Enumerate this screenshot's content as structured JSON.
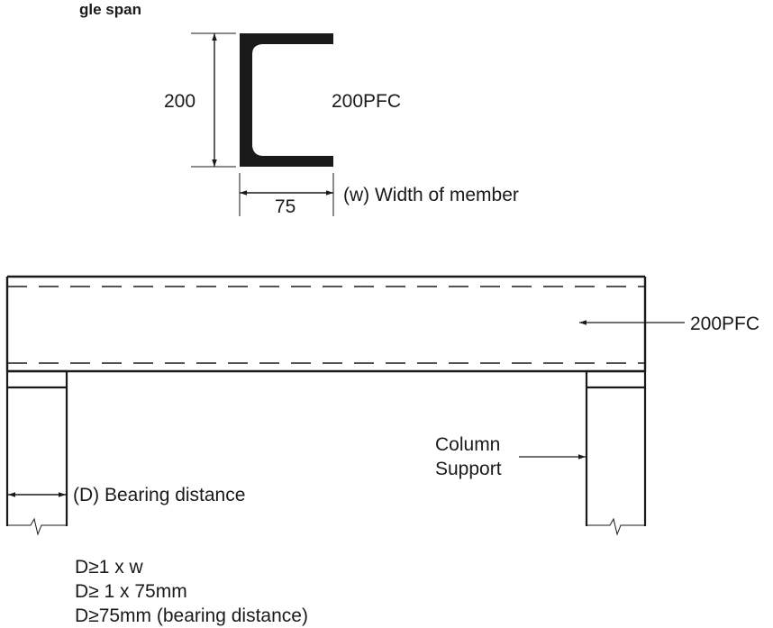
{
  "header": {
    "partial_title": "gle span"
  },
  "section": {
    "height_dim": "200",
    "name": "200PFC",
    "flange_dim": "75",
    "width_label": "(w) Width of member"
  },
  "elevation": {
    "beam_label": "200PFC",
    "column_label_line1": "Column",
    "column_label_line2": "Support",
    "bearing_label": "(D) Bearing distance"
  },
  "formulas": [
    "D≥1 x w",
    "D≥ 1 x 75mm",
    "D≥75mm (bearing distance)"
  ],
  "colors": {
    "ink": "#1a1a1a",
    "background": "#ffffff"
  }
}
